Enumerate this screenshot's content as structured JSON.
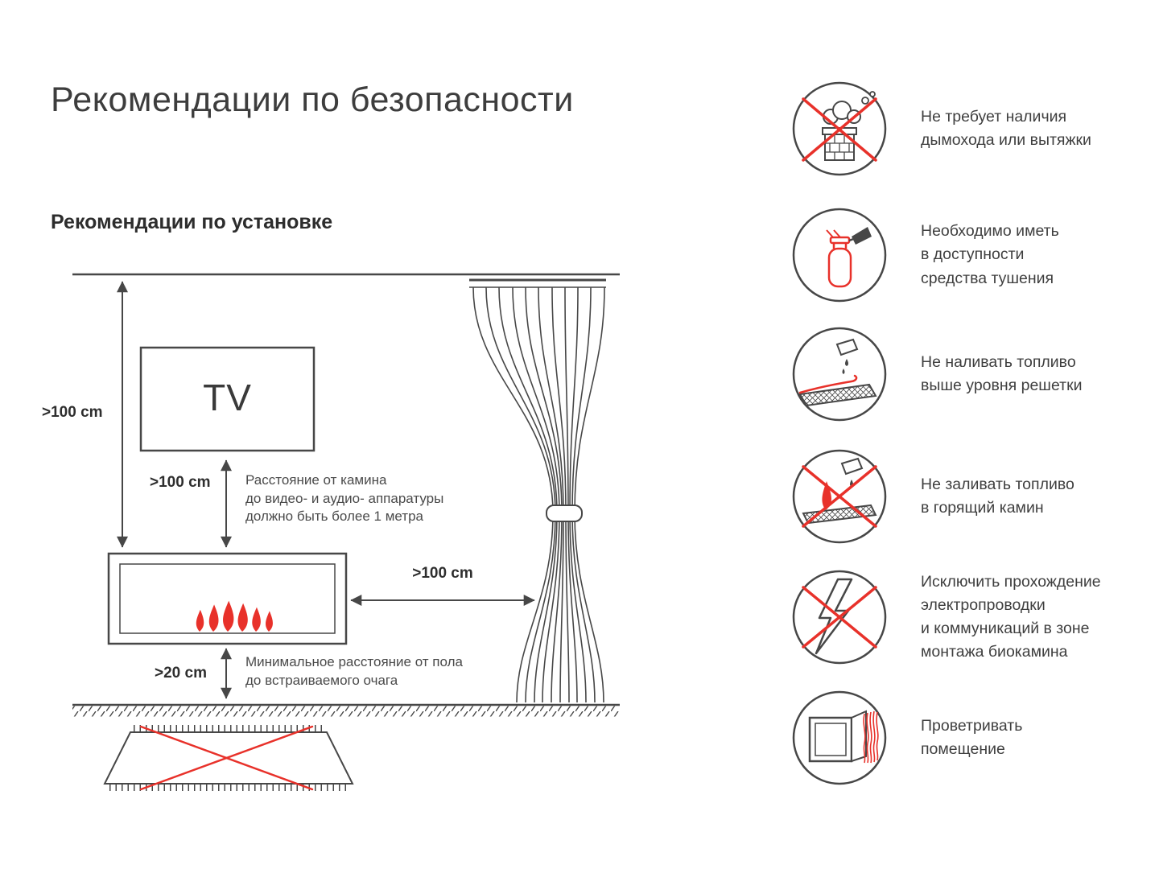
{
  "page": {
    "title": "Рекомендации по безопасности",
    "subtitle": "Рекомендации по установке"
  },
  "diagram": {
    "tv_label": "TV",
    "dims": {
      "ceiling_to_fireplace": ">100 cm",
      "tv_to_fireplace": ">100 cm",
      "fireplace_to_curtain": ">100 cm",
      "floor_to_fireplace": ">20 cm"
    },
    "notes": {
      "equipment": "Расстояние от камина\nдо видео- и аудио- аппаратуры\nдолжно быть более 1 метра",
      "floor": "Минимальное расстояние от пола\nдо встраиваемого очага"
    }
  },
  "safety": {
    "items": [
      {
        "icon": "no-chimney-icon",
        "text": "Не требует наличия\nдымохода или вытяжки"
      },
      {
        "icon": "fire-extinguisher-icon",
        "text": "Необходимо иметь\nв доступности\nсредства тушения"
      },
      {
        "icon": "fuel-level-icon",
        "text": "Не наливать топливо\nвыше уровня решетки"
      },
      {
        "icon": "no-refill-burning-icon",
        "text": "Не заливать топливо\nв горящий камин"
      },
      {
        "icon": "no-wiring-icon",
        "text": "Исключить прохождение\nэлектропроводки\nи коммуникаций в зоне\nмонтажа биокамина"
      },
      {
        "icon": "ventilate-icon",
        "text": "Проветривать\nпомещение"
      }
    ]
  },
  "colors": {
    "line": "#474747",
    "accent_red": "#e8312a",
    "text": "#3f3f3f"
  }
}
